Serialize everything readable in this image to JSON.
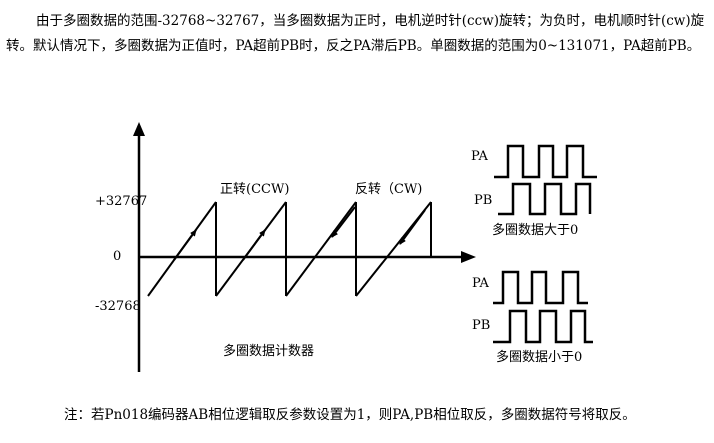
{
  "text": {
    "intro": "由于多圈数据的范围-32768~32767，当多圈数据为正时，电机逆时针(ccw)旋转；为负时，电机顺时针(cw)旋转。默认情况下，多圈数据为正值时，PA超前PB时，反之PA滞后PB。单圈数据的范围为0~131071，PA超前PB。",
    "note": "注：若Pn018编码器AB相位逻辑取反参数设置为1，则PA,PB相位取反，多圈数据符号将取反。"
  },
  "figure": {
    "y_max_label": "+32767",
    "y_zero_label": "0",
    "y_min_label": "-32768",
    "ccw_label": "正转(CCW)",
    "cw_label": "反转（CW)",
    "counter_caption": "多圈数据计数器",
    "pa_label_top": "PA",
    "pb_label_top": "PB",
    "caption_positive": "多圈数据大于0",
    "pa_label_bottom": "PA",
    "pb_label_bottom": "PB",
    "caption_negative": "多圈数据小于0"
  }
}
